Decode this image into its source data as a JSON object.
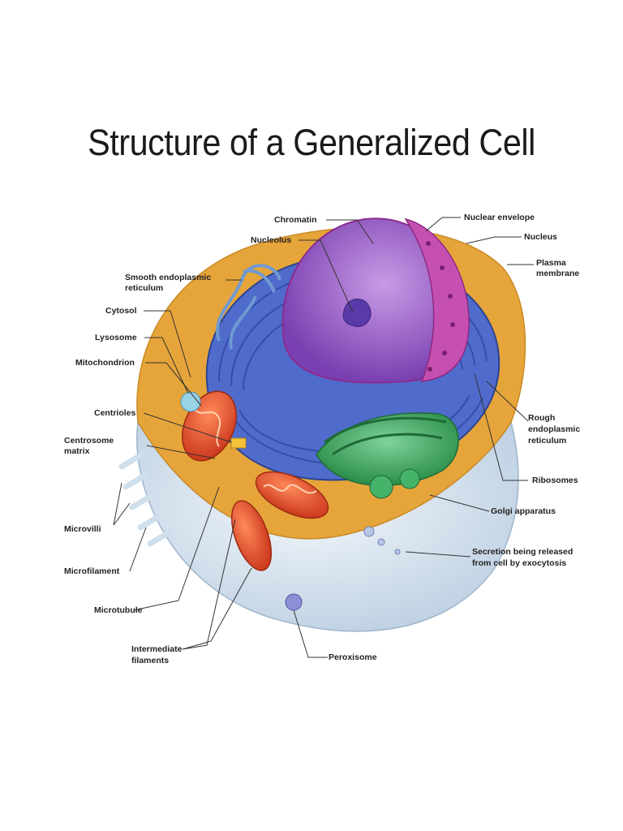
{
  "title": "Structure of a Generalized Cell",
  "labels": {
    "chromatin": "Chromatin",
    "nuclear_envelope": "Nuclear envelope",
    "nucleolus": "Nucleolus",
    "nucleus": "Nucleus",
    "plasma_membrane_1": "Plasma",
    "plasma_membrane_2": "membrane",
    "smooth_er_1": "Smooth endoplasmic",
    "smooth_er_2": "reticulum",
    "cytosol": "Cytosol",
    "lysosome": "Lysosome",
    "mitochondrion": "Mitochondrion",
    "centrioles": "Centrioles",
    "centrosome_1": "Centrosome",
    "centrosome_2": "matrix",
    "rough_er_1": "Rough",
    "rough_er_2": "endoplasmic",
    "rough_er_3": "reticulum",
    "ribosomes": "Ribosomes",
    "golgi": "Golgi apparatus",
    "microvilli": "Microvilli",
    "secretion_1": "Secretion being released",
    "secretion_2": "from cell by exocytosis",
    "microfilament": "Microfilament",
    "microtubule": "Microtubule",
    "intermediate_1": "Intermediate",
    "intermediate_2": "filaments",
    "peroxisome": "Peroxisome"
  },
  "colors": {
    "membrane": "#d9e6f2",
    "cytoplasm": "#e8a93a",
    "rough_er": "#4a66c8",
    "nucleus": "#9b5fc9",
    "nuclear_envelope": "#c14fb0",
    "golgi": "#3aa35a",
    "mitochondrion": "#e8502a",
    "smooth_er": "#7fa7d8"
  }
}
